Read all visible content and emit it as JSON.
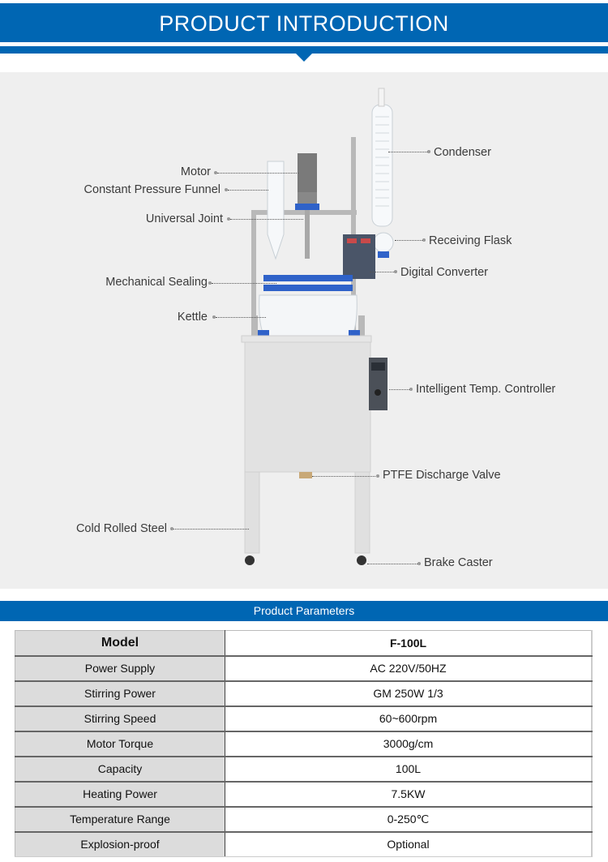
{
  "header": {
    "title": "PRODUCT  INTRODUCTION",
    "accent_color": "#0066b3"
  },
  "diagram": {
    "background": "#efefef",
    "labels": [
      {
        "id": "motor",
        "text": "Motor"
      },
      {
        "id": "funnel",
        "text": "Constant Pressure Funnel"
      },
      {
        "id": "joint",
        "text": "Universal Joint"
      },
      {
        "id": "sealing",
        "text": "Mechanical Sealing"
      },
      {
        "id": "kettle",
        "text": "Kettle"
      },
      {
        "id": "steel",
        "text": "Cold Rolled Steel"
      },
      {
        "id": "condenser",
        "text": "Condenser"
      },
      {
        "id": "flask",
        "text": "Receiving Flask"
      },
      {
        "id": "converter",
        "text": "Digital Converter"
      },
      {
        "id": "controller",
        "text": "Intelligent Temp. Controller"
      },
      {
        "id": "valve",
        "text": "PTFE Discharge Valve"
      },
      {
        "id": "caster",
        "text": "Brake Caster"
      }
    ]
  },
  "params": {
    "title": "Product  Parameters",
    "rows": [
      {
        "key": "Model",
        "value": "F-100L"
      },
      {
        "key": "Power Supply",
        "value": "AC 220V/50HZ"
      },
      {
        "key": "Stirring Power",
        "value": "GM 250W 1/3"
      },
      {
        "key": "Stirring Speed",
        "value": "60~600rpm"
      },
      {
        "key": "Motor Torque",
        "value": "3000g/cm"
      },
      {
        "key": "Capacity",
        "value": "100L"
      },
      {
        "key": "Heating Power",
        "value": "7.5KW"
      },
      {
        "key": "Temperature  Range",
        "value": "0-250℃"
      },
      {
        "key": "Explosion-proof",
        "value": "Optional"
      }
    ]
  }
}
